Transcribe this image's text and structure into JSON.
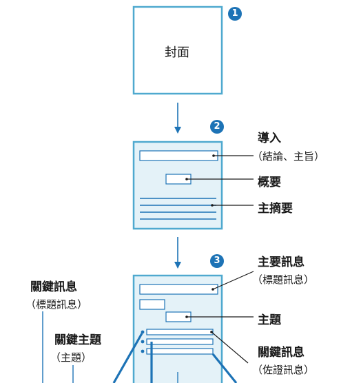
{
  "steps": [
    {
      "number": "1",
      "title": "封面"
    },
    {
      "number": "2"
    },
    {
      "number": "3"
    }
  ],
  "step2_labels": {
    "intro": "導入",
    "intro_note": "（結論、主旨）",
    "overview": "概要",
    "main_summary": "主摘要"
  },
  "step3_labels": {
    "main_message": "主要訊息",
    "main_message_note": "（標題訊息）",
    "topic": "主題",
    "key_message_right": "關鍵訊息",
    "key_message_right_note": "（佐證訊息）",
    "key_message_left": "關鍵訊息",
    "key_message_left_note": "（標題訊息）",
    "key_topic": "關鍵主題",
    "key_topic_note": "（主題）"
  },
  "colors": {
    "box_fill": "#e4f2f8",
    "box_border": "#4fa9cf",
    "line": "#1d73b6",
    "connector": "#1a1a1a",
    "badge": "#1d73b6"
  }
}
